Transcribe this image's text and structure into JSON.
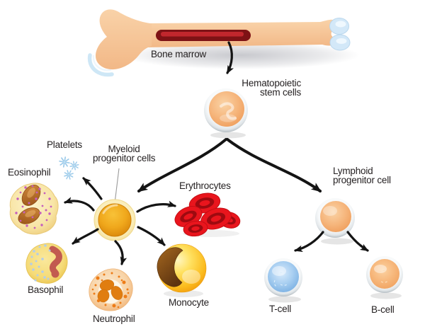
{
  "diagram": {
    "subject": "hematopoiesis",
    "labels": {
      "bone_marrow": "Bone marrow",
      "stem": {
        "line1": "Hematopoietic",
        "line2": "stem cells"
      },
      "myeloid": {
        "line1": "Myeloid",
        "line2": "progenitor cells"
      },
      "lymphoid": {
        "line1": "Lymphoid",
        "line2": "progenitor cell"
      },
      "platelets": "Platelets",
      "eosinophil": "Eosinophil",
      "erythrocytes": "Erythrocytes",
      "basophil": "Basophil",
      "neutrophil": "Neutrophil",
      "monocyte": "Monocyte",
      "t_cell": "T-cell",
      "b_cell": "B-cell"
    },
    "colors": {
      "background": "#ffffff",
      "text": "#231f20",
      "arrow": "#141414",
      "bone": "#f7c99e",
      "marrow_dark": "#7e1215",
      "marrow_bright": "#c1272d",
      "cartilage_blue": "#d3e8f8",
      "stem_cell_orange": "#f5ae6c",
      "myeloid_amber": "#efa012",
      "erythrocyte_red": "#e9151d",
      "monocyte_yellow": "#fbce3a",
      "monocyte_nucleus_brown": "#6b3a10",
      "t_cell_blue": "#8fc0ec",
      "b_cell_orange": "#f6b678",
      "platelet_blue": "#9dcbea",
      "eosinophil_dots": "#c55fbc",
      "basophil_dots": "#b3cde9",
      "basophil_nucleus": "#c25b50",
      "neutrophil_dots": "#ed7c17"
    }
  }
}
